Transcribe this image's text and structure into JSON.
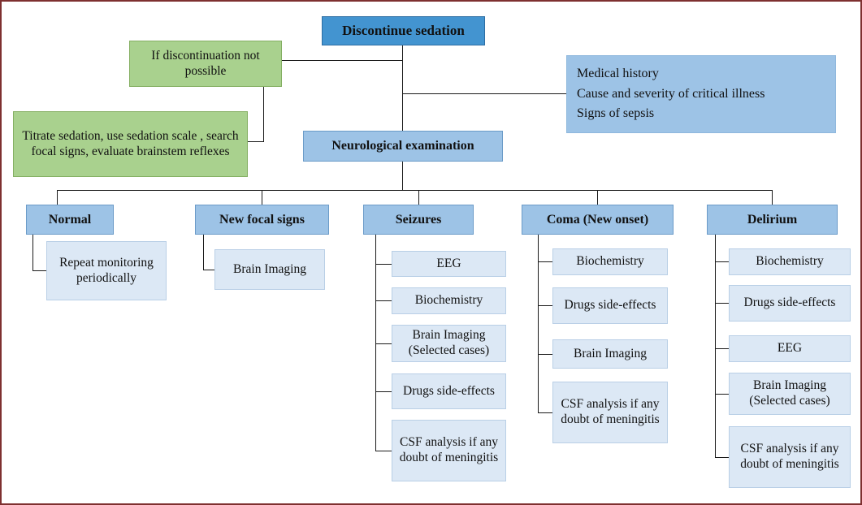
{
  "title_box": "Discontinue sedation",
  "green": {
    "condition": "If discontinuation not possible",
    "action": "Titrate sedation, use sedation scale , search focal signs, evaluate brainstem reflexes"
  },
  "history": {
    "line1": "Medical history",
    "line2": "Cause and severity of critical illness",
    "line3": "Signs of sepsis"
  },
  "exam": "Neurological examination",
  "columns": [
    {
      "header": "Normal",
      "items": [
        "Repeat monitoring periodically"
      ]
    },
    {
      "header": "New focal signs",
      "items": [
        "Brain Imaging"
      ]
    },
    {
      "header": "Seizures",
      "items": [
        "EEG",
        "Biochemistry",
        "Brain Imaging (Selected cases)",
        "Drugs side-effects",
        "CSF analysis if any doubt of meningitis"
      ]
    },
    {
      "header": "Coma (New onset)",
      "items": [
        "Biochemistry",
        "Drugs side-effects",
        "Brain Imaging",
        "CSF analysis if any doubt of meningitis"
      ]
    },
    {
      "header": "Delirium",
      "items": [
        "Biochemistry",
        "Drugs side-effects",
        "EEG",
        "Brain Imaging (Selected cases)",
        "CSF analysis if any doubt of meningitis"
      ]
    }
  ],
  "colors": {
    "frame_border": "#7e3030",
    "root_fill": "#4394d0",
    "mid_blue_fill": "#9dc3e6",
    "light_blue_fill": "#dce8f5",
    "green_fill": "#a9d18e",
    "line_color": "#1a1a1a"
  }
}
